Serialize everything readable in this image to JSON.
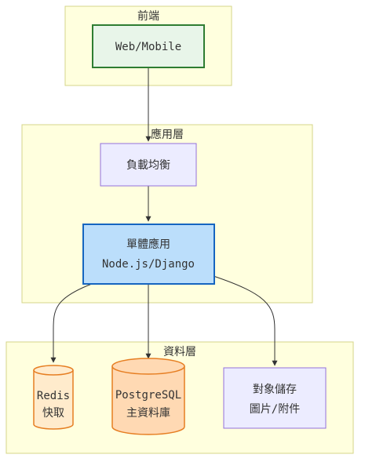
{
  "subgraphs": {
    "frontend": {
      "title": "前端"
    },
    "app": {
      "title": "應用層"
    },
    "data": {
      "title": "資料層"
    }
  },
  "nodes": {
    "client": {
      "line1": "Web/Mobile"
    },
    "lb": {
      "line1": "負載均衡"
    },
    "mono": {
      "line1": "單體應用",
      "line2": "Node.js/Django"
    },
    "redis": {
      "line1": "Redis",
      "line2": "快取"
    },
    "pg": {
      "line1": "PostgreSQL",
      "line2": "主資料庫"
    },
    "obj": {
      "line1": "對象儲存",
      "line2": "圖片/附件"
    }
  },
  "colors": {
    "subgraph_fill": "#ffffde",
    "subgraph_stroke": "#d4d48a",
    "node_fill": "#ececff",
    "node_stroke": "#9370db",
    "client_fill": "#e8f5e9",
    "client_stroke": "#2e7d32",
    "mono_fill": "#bbdefb",
    "mono_stroke": "#1565c0",
    "redis_fill": "#ffebcc",
    "redis_stroke": "#e67e22",
    "pg_fill": "#ffd9b3",
    "edge": "#333333"
  }
}
